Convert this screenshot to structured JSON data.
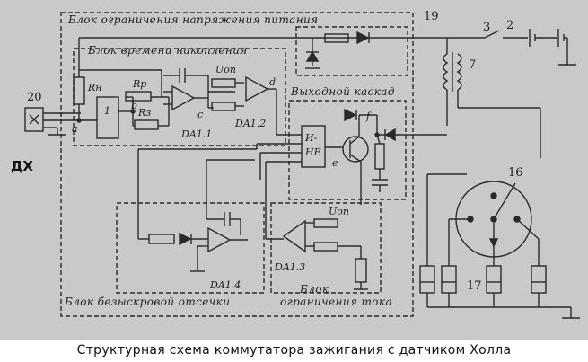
{
  "caption": "Структурная схема коммутатора зажигания с датчиком Холла",
  "sensor_label": "ДХ",
  "blocks": {
    "voltage_limit": "Блок ограничения напряжения питания",
    "storage_time": "Блок времени накопления",
    "output_stage": "Выходной каскад",
    "sparkless_cutoff": "Блок безыскровой отсечки",
    "current_limit_line1": "Блок",
    "current_limit_line2": "ограничения тока"
  },
  "component_labels": {
    "r_n": "Rн",
    "r_p": "Rp",
    "r_z": "Rз",
    "u_op_top": "Uоп",
    "u_op_bottom": "Uоп",
    "da11": "DA1.1",
    "da12": "DA1.2",
    "da13": "DA1.3",
    "da14": "DA1.4",
    "gate_line1": "И-",
    "gate_line2": "НЕ",
    "gate_input_1": "1"
  },
  "node_labels": {
    "a": "a",
    "b": "b",
    "c": "c",
    "d": "d",
    "e": "e",
    "f": "f"
  },
  "reference_numbers": {
    "n2": "2",
    "n3": "3",
    "n7": "7",
    "n16": "16",
    "n17": "17",
    "n19": "19",
    "n20": "20"
  }
}
